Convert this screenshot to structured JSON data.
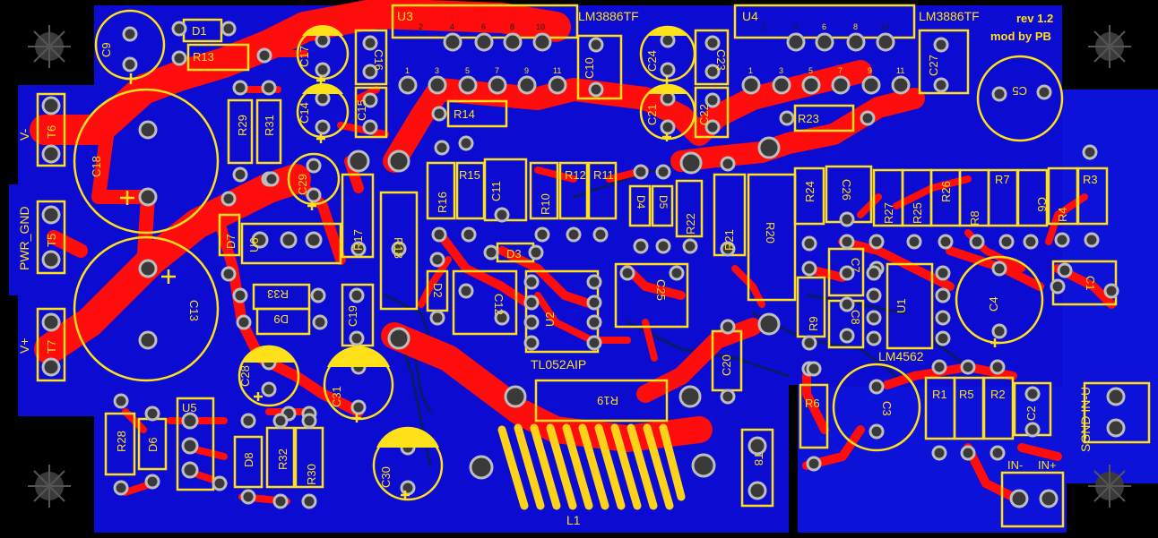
{
  "colors": {
    "board": "#0b0bd2",
    "copper_top": "#ff0d0d",
    "silkscreen": "#ffe11a",
    "background": "#000000",
    "pad": "#3a3a3a"
  },
  "board": {
    "revision": "rev 1.2",
    "credit": "mod by PB"
  },
  "ics": {
    "u3": {
      "ref": "U3",
      "part": "LM3886TF",
      "pins_top": [
        "2",
        "4",
        "6",
        "8",
        "10"
      ],
      "pins_bottom": [
        "1",
        "3",
        "5",
        "7",
        "9",
        "11"
      ]
    },
    "u4": {
      "ref": "U4",
      "part": "LM3886TF",
      "pins_top": [
        "2",
        "4",
        "6",
        "8",
        "10"
      ],
      "pins_bottom": [
        "1",
        "3",
        "5",
        "7",
        "9",
        "11"
      ]
    },
    "u1": {
      "ref": "U1",
      "part": "LM4562"
    },
    "u2": {
      "ref": "U2",
      "part": "TL052AIP"
    },
    "u5": {
      "ref": "U5"
    },
    "u6": {
      "ref": "U6"
    }
  },
  "connectors": {
    "t6": {
      "ref": "T6",
      "label": "V-"
    },
    "t5": {
      "ref": "T5",
      "label": "PWR_GND"
    },
    "t7": {
      "ref": "T7",
      "label": "V+"
    },
    "t8": {
      "ref": "T8"
    },
    "sgnd": {
      "label": "SGND IN-U"
    },
    "input": {
      "neg": "IN-",
      "pos": "IN+"
    }
  },
  "inductor": {
    "ref": "L1"
  },
  "components": {
    "resistors": [
      "R1",
      "R2",
      "R3",
      "R4",
      "R5",
      "R6",
      "R7",
      "R8",
      "R9",
      "R10",
      "R11",
      "R12",
      "R13",
      "R14",
      "R15",
      "R16",
      "R17",
      "R18",
      "R19",
      "R20",
      "R21",
      "R22",
      "R23",
      "R24",
      "R25",
      "R26",
      "R27",
      "R28",
      "R29",
      "R30",
      "R31",
      "R32",
      "R33"
    ],
    "capacitors": [
      "C1",
      "C2",
      "C3",
      "C4",
      "C5",
      "C6",
      "C7",
      "C8",
      "C9",
      "C10",
      "C11",
      "C12",
      "C13",
      "C14",
      "C15",
      "C16",
      "C17",
      "C18",
      "C19",
      "C20",
      "C21",
      "C22",
      "C23",
      "C24",
      "C25",
      "C26",
      "C27",
      "C28",
      "C29",
      "C30",
      "C31"
    ],
    "diodes": [
      "D1",
      "D2",
      "D3",
      "D4",
      "D5",
      "D6",
      "D7",
      "D8",
      "D9"
    ]
  }
}
